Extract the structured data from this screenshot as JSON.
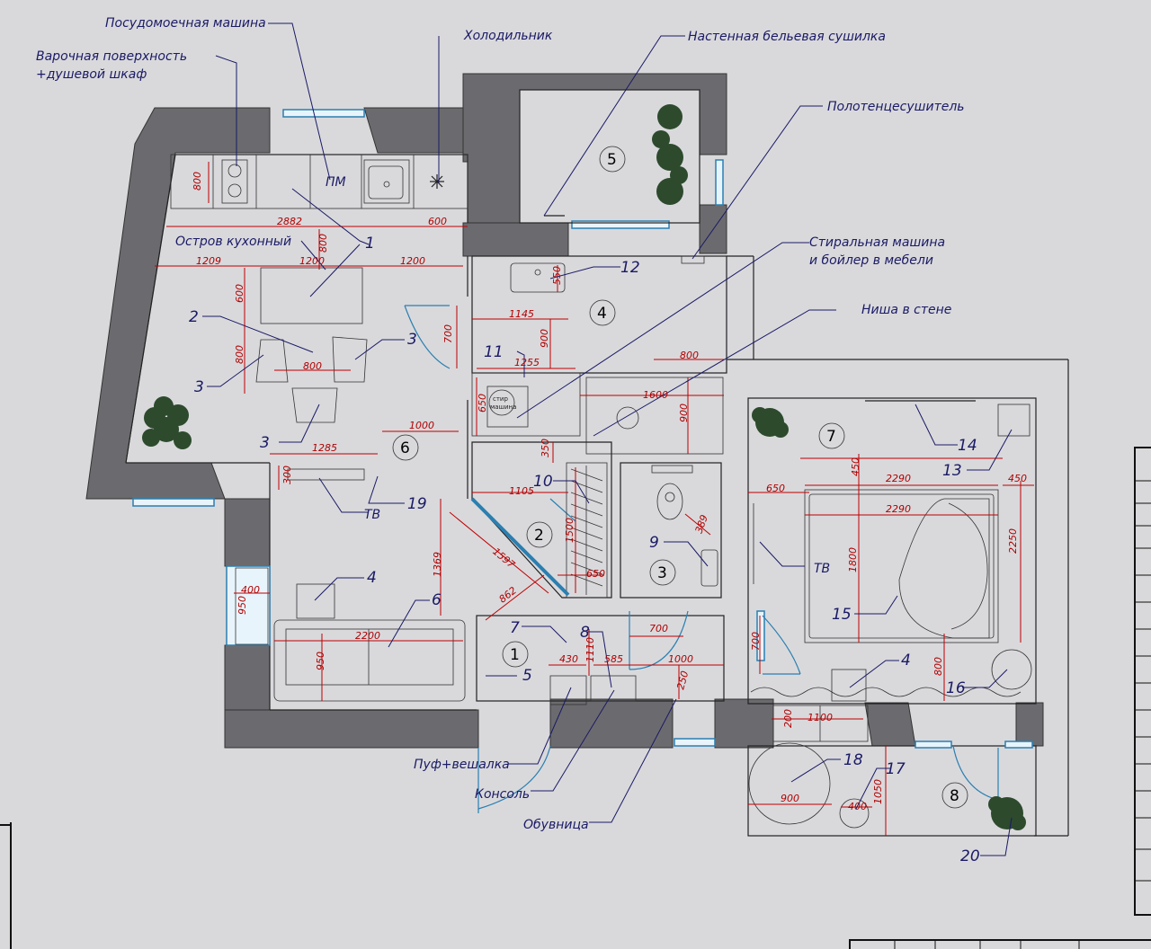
{
  "labels": {
    "dishwasher": "Посудомоечная машина",
    "cooktop_line1": "Варочная поверхность",
    "cooktop_line2": "+душевой шкаф",
    "fridge": "Холодильник",
    "dryer": "Настенная бельевая сушилка",
    "towel": "Полотенцесушитель",
    "washer_line1": "Стиральная машина",
    "washer_line2": "и бойлер в мебели",
    "niche": "Ниша в стене",
    "island": "Остров кухонный",
    "tv1": "ТВ",
    "tv2": "ТВ",
    "puf": "Пуф+вешалка",
    "console": "Консоль",
    "shoes": "Обувница",
    "pm": "ПМ",
    "washer_box_line1": "стир",
    "washer_box_line2": "машина"
  },
  "rooms": [
    "1",
    "2",
    "3",
    "4",
    "5",
    "6",
    "7",
    "8"
  ],
  "callouts": {
    "c1": "1",
    "c2": "2",
    "c3a": "3",
    "c3b": "3",
    "c3c": "3",
    "c4a": "4",
    "c4b": "4",
    "c5": "5",
    "c6": "6",
    "c7": "7",
    "c8": "8",
    "c9": "9",
    "c10": "10",
    "c11": "11",
    "c12": "12",
    "c13": "13",
    "c14": "14",
    "c15": "15",
    "c16": "16",
    "c17": "17",
    "c18": "18",
    "c19": "19",
    "c20": "20"
  },
  "dimensions": {
    "d800a": "800",
    "d2882": "2882",
    "d600a": "600",
    "d800b": "800",
    "d1209": "1209",
    "d1200a": "1200",
    "d1200b": "1200",
    "d600b": "600",
    "d800c": "800",
    "d800d": "800",
    "d1000a": "1000",
    "d1285": "1285",
    "d300": "300",
    "d400": "400",
    "d950a": "950",
    "d2200": "2200",
    "d950b": "950",
    "d550": "550",
    "d1145": "1145",
    "d700a": "700",
    "d900a": "900",
    "d1255": "1255",
    "d650a": "650",
    "d350": "350",
    "d800e": "800",
    "d1600": "1600",
    "d900b": "900",
    "d1105": "1105",
    "d1369": "1369",
    "d1597": "1597",
    "d1500": "1500",
    "d862": "862",
    "d650b": "650",
    "d389": "389",
    "d430": "430",
    "d1110": "1110",
    "d585": "585",
    "d700b": "700",
    "d1000b": "1000",
    "d250": "250",
    "d650c": "650",
    "d450a": "450",
    "d2290a": "2290",
    "d450b": "450",
    "d2290b": "2290",
    "d1800": "1800",
    "d2250": "2250",
    "d700c": "700",
    "d800f": "800",
    "d200": "200",
    "d1100": "1100",
    "d1050": "1050",
    "d900c": "900",
    "d400b": "400"
  }
}
